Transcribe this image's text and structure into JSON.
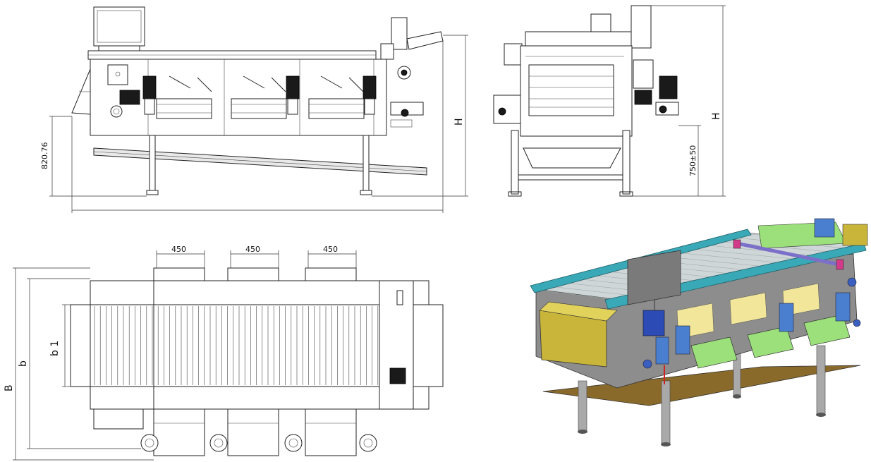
{
  "front_view": {
    "dim_height_left": "820.76",
    "dim_height_right": "H"
  },
  "side_view": {
    "dim_leg_height": "750±50",
    "dim_height": "H"
  },
  "top_view": {
    "dim_module_1": "450",
    "dim_module_2": "450",
    "dim_module_3": "450",
    "dim_total_width": "B",
    "dim_width_b": "b",
    "dim_width_b1": "b 1"
  },
  "colors": {
    "frame_teal": "#39a9b8",
    "guard_green": "#9be07a",
    "motor_blue": "#4a7fd0",
    "body_grey": "#8d8d8d",
    "tray_brown": "#8a6a2a",
    "hopper_yellow": "#c9b53a",
    "rail_purple": "#7b6fc9"
  }
}
